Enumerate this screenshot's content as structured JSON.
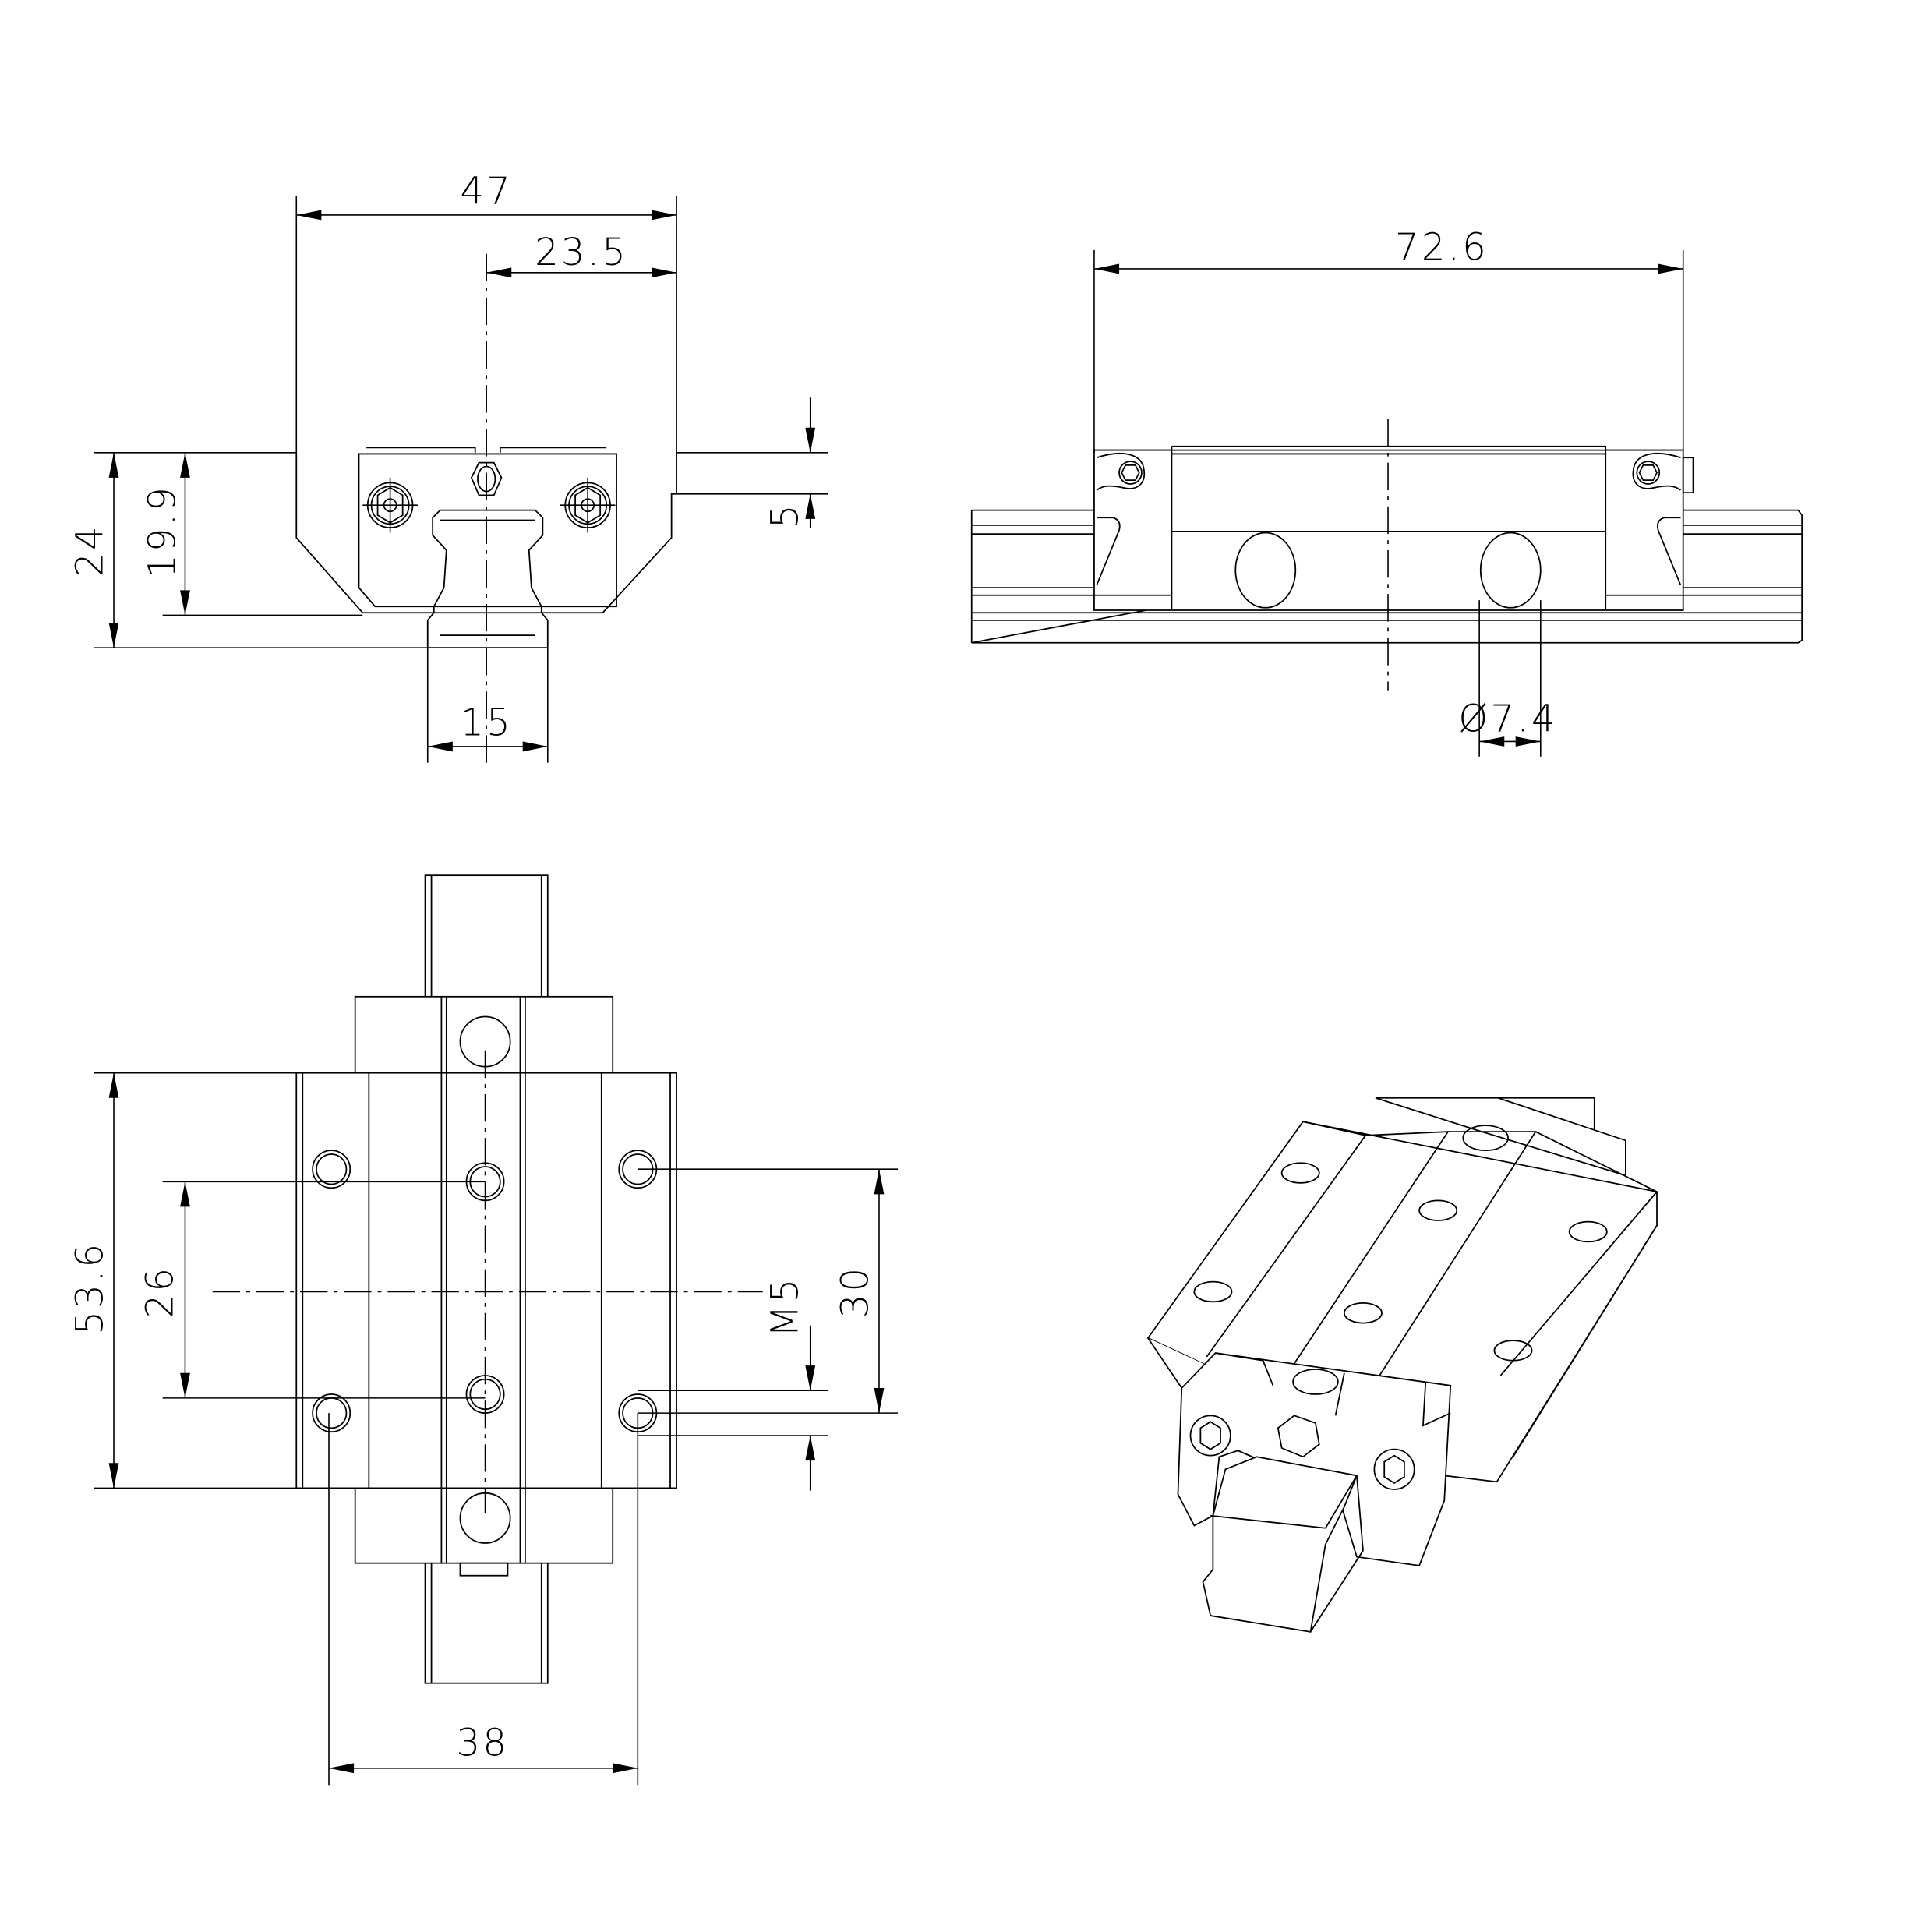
{
  "drawing": {
    "front_view": {
      "width": "47",
      "half_width": "23.5",
      "height": "24",
      "block_height": "19.9",
      "rail_width": "15",
      "offset": "5"
    },
    "side_view": {
      "length": "72.6",
      "hole_diameter": "Ø7.4"
    },
    "top_view": {
      "block_length": "53.6",
      "hole_spacing_y": "26",
      "mount_spacing_y": "30",
      "thread": "M5",
      "mount_spacing_x": "38"
    },
    "colors": {
      "line": "#000000",
      "background": "#ffffff"
    }
  }
}
